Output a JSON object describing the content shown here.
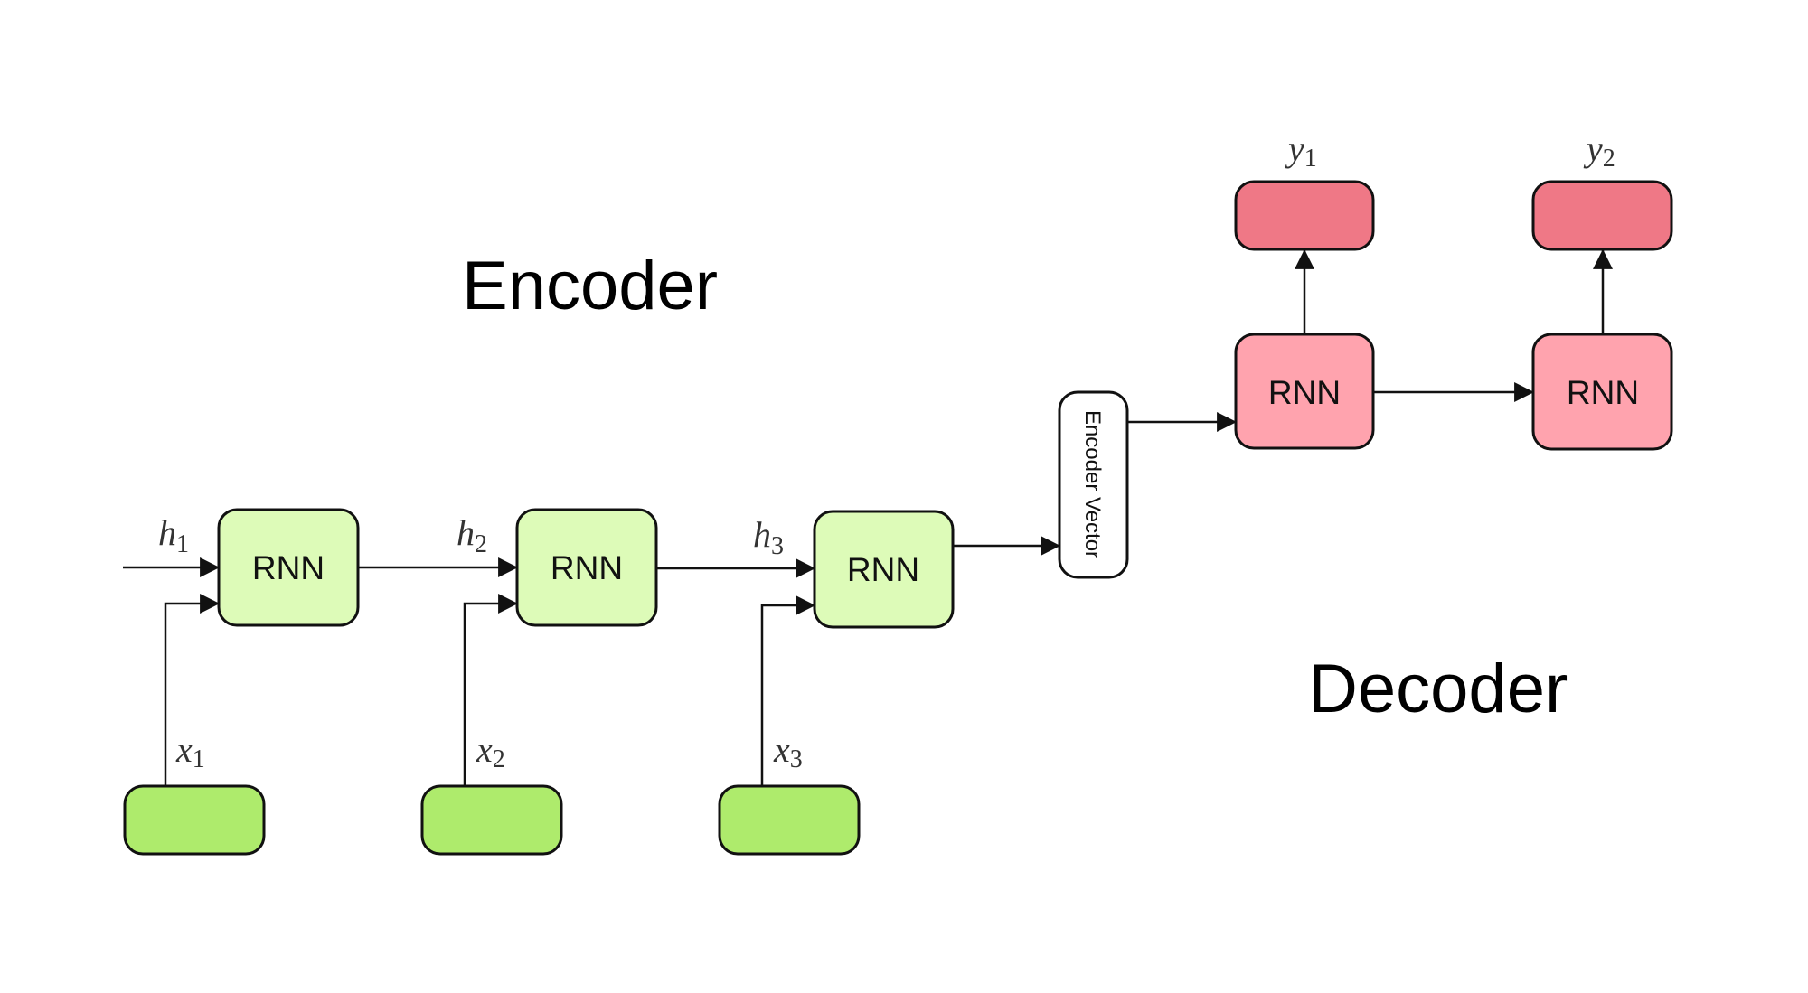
{
  "titles": {
    "encoder": "Encoder",
    "decoder": "Decoder"
  },
  "encoder": {
    "cells": [
      {
        "label": "RNN",
        "hidden": {
          "base": "h",
          "sub": "1"
        },
        "input": {
          "base": "x",
          "sub": "1"
        }
      },
      {
        "label": "RNN",
        "hidden": {
          "base": "h",
          "sub": "2"
        },
        "input": {
          "base": "x",
          "sub": "2"
        }
      },
      {
        "label": "RNN",
        "hidden": {
          "base": "h",
          "sub": "3"
        },
        "input": {
          "base": "x",
          "sub": "3"
        }
      }
    ],
    "vector_label": "Encoder Vector"
  },
  "decoder": {
    "cells": [
      {
        "label": "RNN",
        "output": {
          "base": "y",
          "sub": "1"
        }
      },
      {
        "label": "RNN",
        "output": {
          "base": "y",
          "sub": "2"
        }
      }
    ]
  },
  "colors": {
    "encoder_rnn": "#DDFBB8",
    "input_box": "#AEEB6C",
    "decoder_rnn": "#FFA3AE",
    "output_box": "#EF7886",
    "vector_box": "#FFFFFF",
    "stroke": "#111111"
  }
}
